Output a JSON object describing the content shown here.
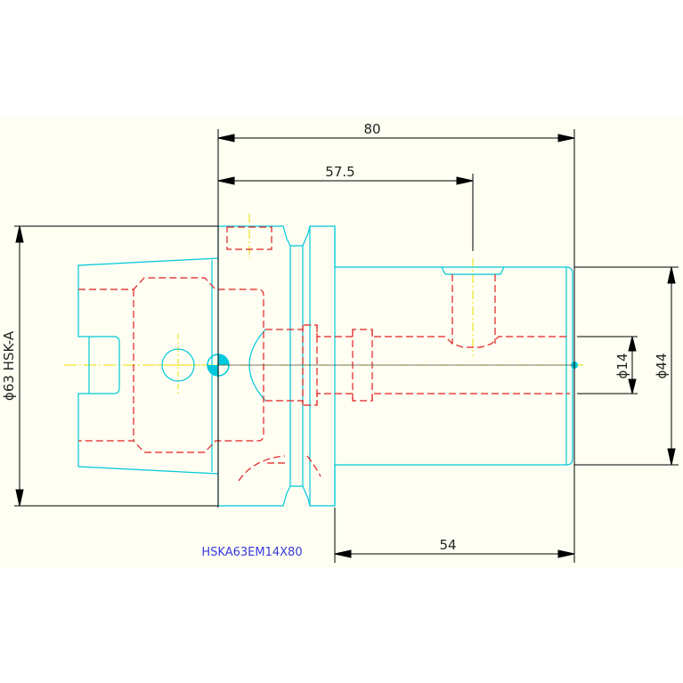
{
  "dimensions": {
    "overall_length": "80",
    "hole_position": "57.5",
    "shank_length": "54",
    "flange_diameter": "ϕ63 HSK-A",
    "bore_diameter": "ϕ14",
    "body_diameter": "ϕ44"
  },
  "part_label": "HSKA63EM14X80",
  "colors": {
    "outline": "#00c8dc",
    "hidden": "#e02020",
    "center": "#e8e000",
    "dimension": "#000000",
    "label": "#3a3ae0",
    "background": "#fefef2"
  }
}
